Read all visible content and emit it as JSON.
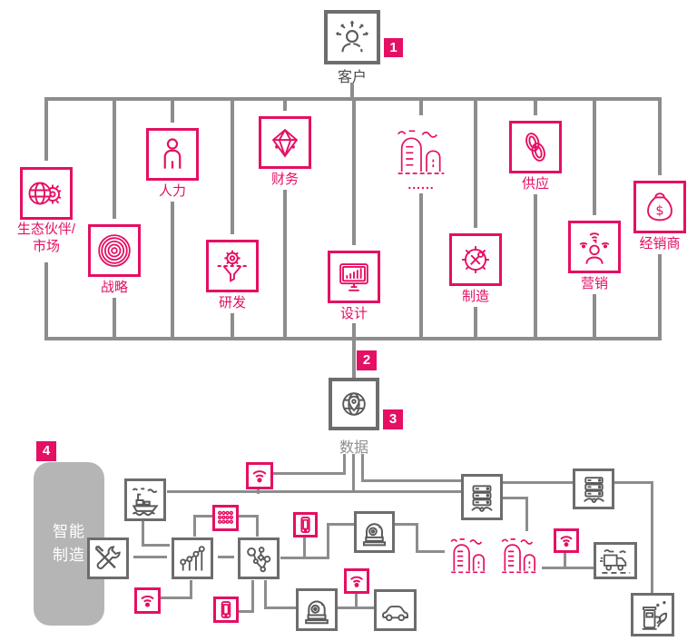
{
  "colors": {
    "accent_pink": "#e50f63",
    "line_gray": "#8d8d8d",
    "box_gray": "#6d6d6d",
    "icon_gray": "#5a5a5a",
    "panel_gray": "#b5b5b5"
  },
  "customer": {
    "label": "客户",
    "badge": "1",
    "icon": "customer-rays-icon"
  },
  "columns": [
    {
      "label": "生态伙伴/\n市场",
      "icon": "globe-gear-icon"
    },
    {
      "label": "战略",
      "icon": "concentric-circles-icon"
    },
    {
      "label": "人力",
      "icon": "person-icon"
    },
    {
      "label": "研发",
      "icon": "gear-funnel-icon"
    },
    {
      "label": "财务",
      "icon": "diamond-icon"
    },
    {
      "label": "设计",
      "icon": "monitor-chart-icon"
    },
    {
      "label": "......",
      "icon": "factory-icon"
    },
    {
      "label": "制造",
      "icon": "gear-tools-icon"
    },
    {
      "label": "供应",
      "icon": "chain-links-icon"
    },
    {
      "label": "营销",
      "icon": "person-broadcast-icon"
    },
    {
      "label": "经销商",
      "icon": "money-bag-icon"
    }
  ],
  "badge_2": "2",
  "data_node": {
    "label": "数据",
    "badge": "3",
    "icon": "globe-pin-icon"
  },
  "smart_panel": {
    "label": "智能\n制造",
    "badge": "4"
  },
  "bottom_network": {
    "icons": [
      "ship-icon",
      "tools-icon",
      "trend-lollipop-icon",
      "app-grid-icon",
      "network-nodes-icon",
      "wifi-icon",
      "smartphone-icon",
      "machine-vision-icon",
      "smartphone-icon",
      "wifi-icon",
      "machine-vision-icon",
      "wifi-icon",
      "car-icon",
      "factory-icon",
      "factory-icon",
      "server-icon",
      "server-icon",
      "wifi-icon",
      "truck-icon",
      "ev-charger-icon"
    ]
  }
}
